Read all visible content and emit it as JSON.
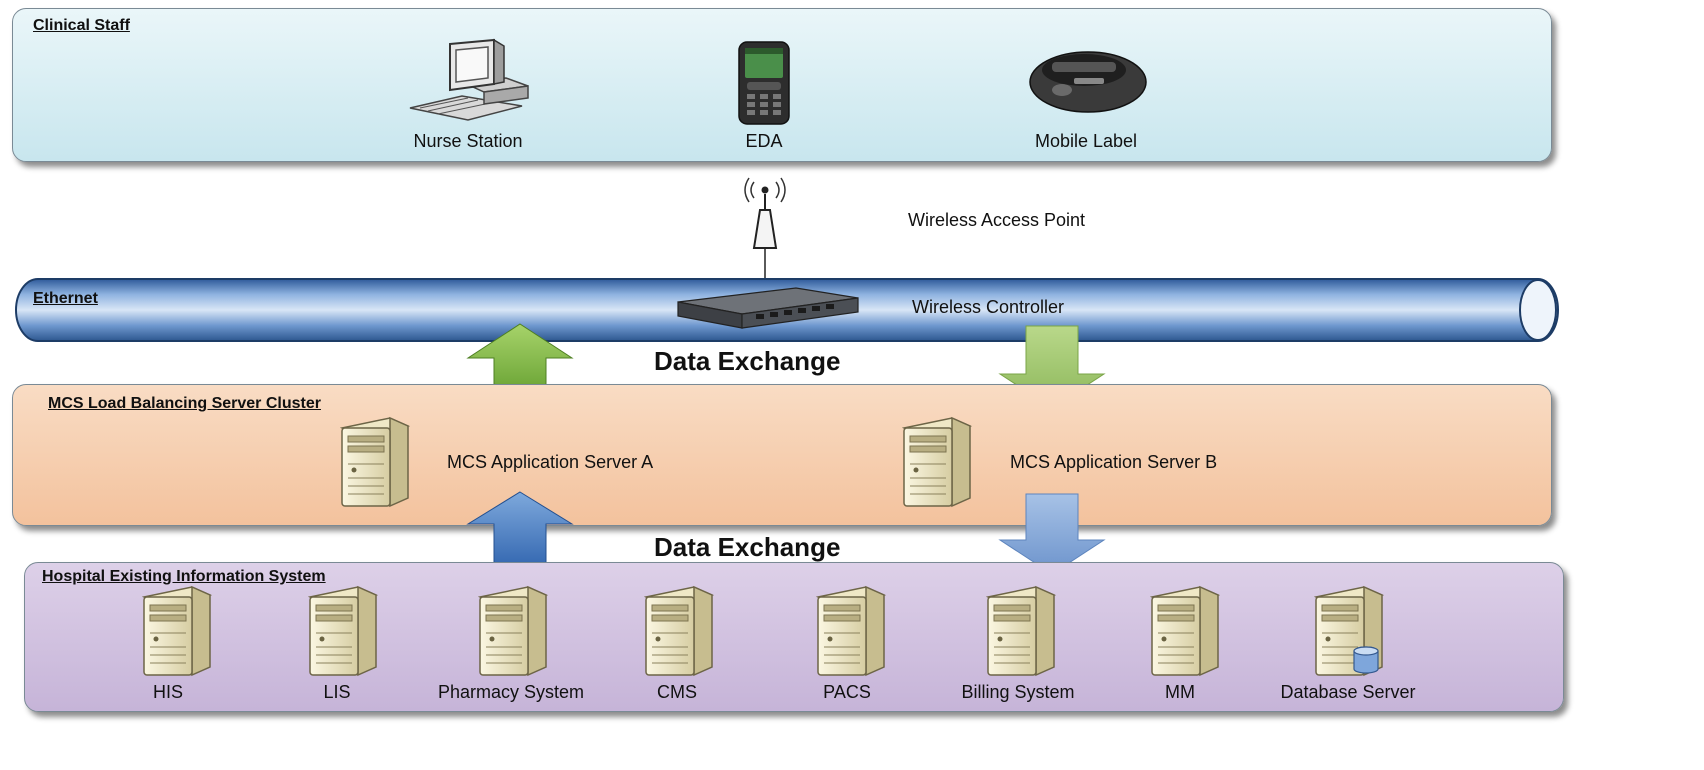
{
  "clinical": {
    "title": "Clinical Staff",
    "devices": [
      {
        "label": "Nurse Station",
        "icon": "desktop-computer-icon"
      },
      {
        "label": "EDA",
        "icon": "handheld-device-icon"
      },
      {
        "label": "Mobile Label",
        "icon": "mobile-printer-icon"
      }
    ]
  },
  "wireless": {
    "access_point": "Wireless Access Point",
    "controller": "Wireless Controller"
  },
  "ethernet": {
    "title": "Ethernet"
  },
  "exchange": {
    "top": "Data Exchange",
    "bottom": "Data Exchange"
  },
  "cluster": {
    "title": "MCS Load Balancing Server Cluster",
    "servers": [
      "MCS Application Server A",
      "MCS Application Server B"
    ]
  },
  "hospital": {
    "title": "Hospital Existing Information System",
    "systems": [
      "HIS",
      "LIS",
      "Pharmacy System",
      "CMS",
      "PACS",
      "Billing System",
      "MM",
      "Database Server"
    ]
  },
  "colors": {
    "clinical_bg": "#d9eef4",
    "ethernet_pipe": "#4f7fbf",
    "cluster_bg": "#f7cfae",
    "hospital_bg": "#cdbddb",
    "green_arrow": "#7fb43a",
    "blue_arrow": "#4a7fc2"
  }
}
